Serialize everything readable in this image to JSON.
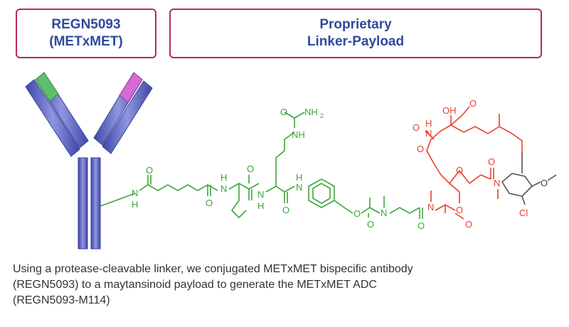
{
  "header": {
    "left_box": {
      "line1": "REGN5093",
      "line2": "(METxMET)"
    },
    "right_box": {
      "line1": "Proprietary",
      "line2": "Linker-Payload"
    }
  },
  "colors": {
    "box_border": "#b5285f",
    "title_text": "#2f4a9e",
    "linker": "#3aa63a",
    "payload": "#e8412c",
    "antibody_chain": "#5a63c8",
    "variable_green": "#5cc06a",
    "variable_magenta": "#d46ad6"
  },
  "structure_labels": {
    "linker": {
      "amide_o1": "O",
      "amide_nh1_n": "N",
      "amide_nh1_h": "H",
      "amide_o2": "O",
      "nh_val_n": "N",
      "nh_val_h": "H",
      "amide_o3": "O",
      "urea_o": "O",
      "urea_nh2": "NH",
      "urea_nh2_sub": "2",
      "urea_nh": "NH",
      "nh_cit_n": "N",
      "nh_cit_h": "H",
      "amide_o4": "O",
      "nh_pab": "N",
      "nh_pab_h": "H",
      "carb_o1": "O",
      "carb_o2": "O",
      "carb_n": "N",
      "amide_o5": "O",
      "amide_n5": "N"
    },
    "payload": {
      "oh": "OH",
      "ome_top": "O",
      "carbamate_o": "O",
      "ring_n": "N",
      "ring_h": "H",
      "ring_o": "O",
      "epoxide_o": "O",
      "ester_o1": "O",
      "ester_o2": "O",
      "amide_o": "O",
      "amide_n": "N",
      "aryl_cl": "Cl",
      "aryl_ome": "O"
    }
  },
  "caption": {
    "line1": "Using a protease-cleavable linker, we conjugated METxMET bispecific antibody",
    "line2": "(REGN5093) to a maytansinoid payload to generate the METxMET ADC",
    "line3": "(REGN5093-M114)"
  }
}
